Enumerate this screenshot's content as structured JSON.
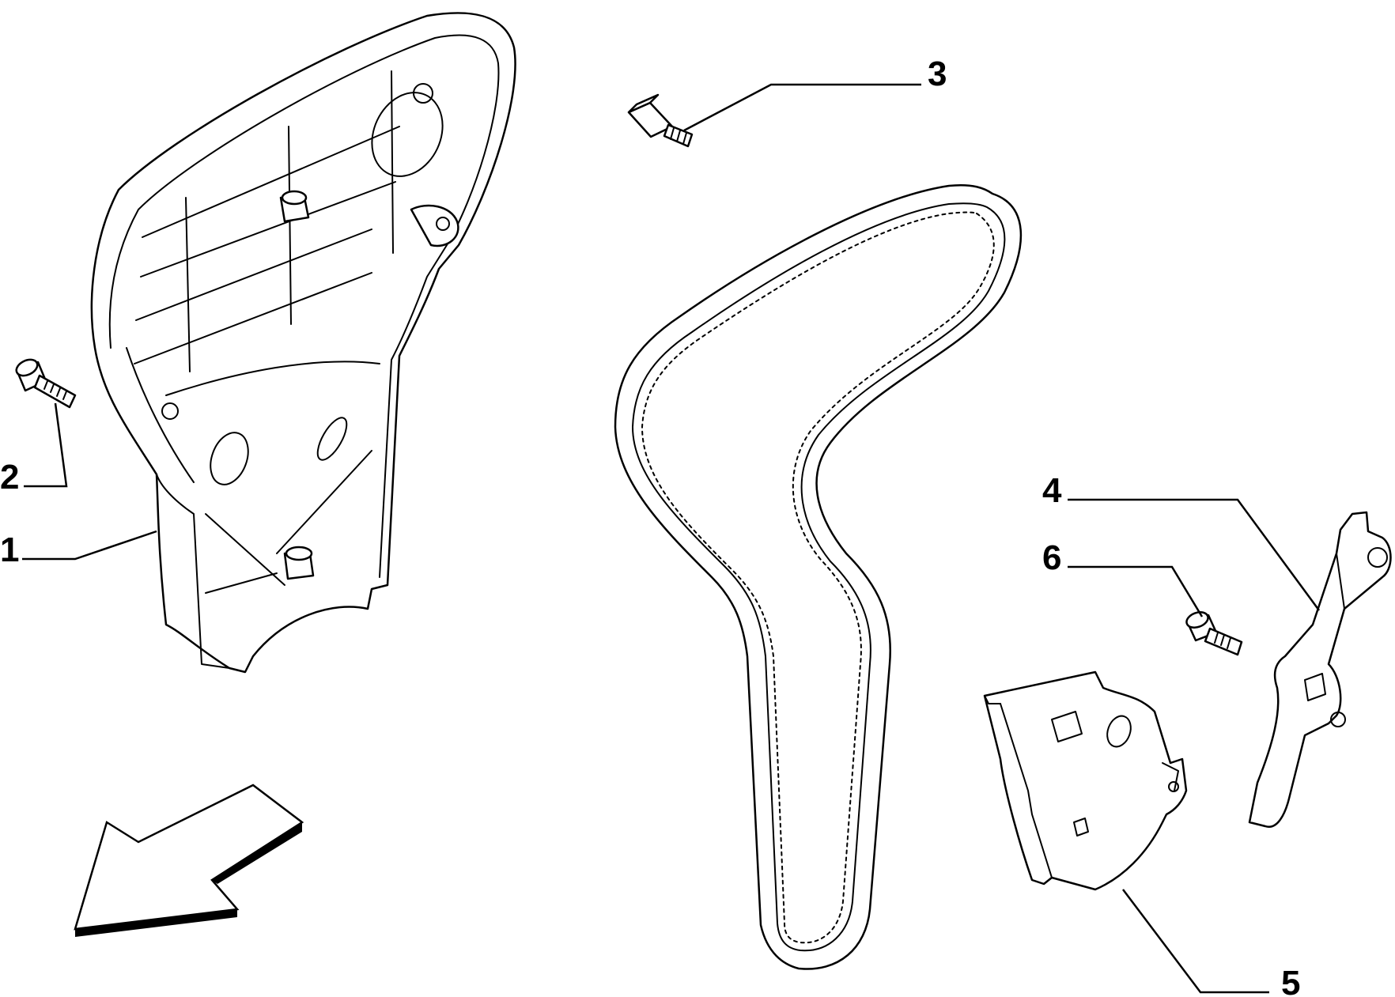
{
  "callouts": [
    {
      "id": "1",
      "label": "1",
      "part": "timing-cover"
    },
    {
      "id": "2",
      "label": "2",
      "part": "cover-screw"
    },
    {
      "id": "3",
      "label": "3",
      "part": "stud"
    },
    {
      "id": "4",
      "label": "4",
      "part": "bracket"
    },
    {
      "id": "5",
      "label": "5",
      "part": "inner-cover"
    },
    {
      "id": "6",
      "label": "6",
      "part": "bracket-screw"
    }
  ],
  "icons": {
    "direction": "front-direction-arrow-icon"
  },
  "colors": {
    "line": "#000000",
    "background": "#ffffff"
  }
}
